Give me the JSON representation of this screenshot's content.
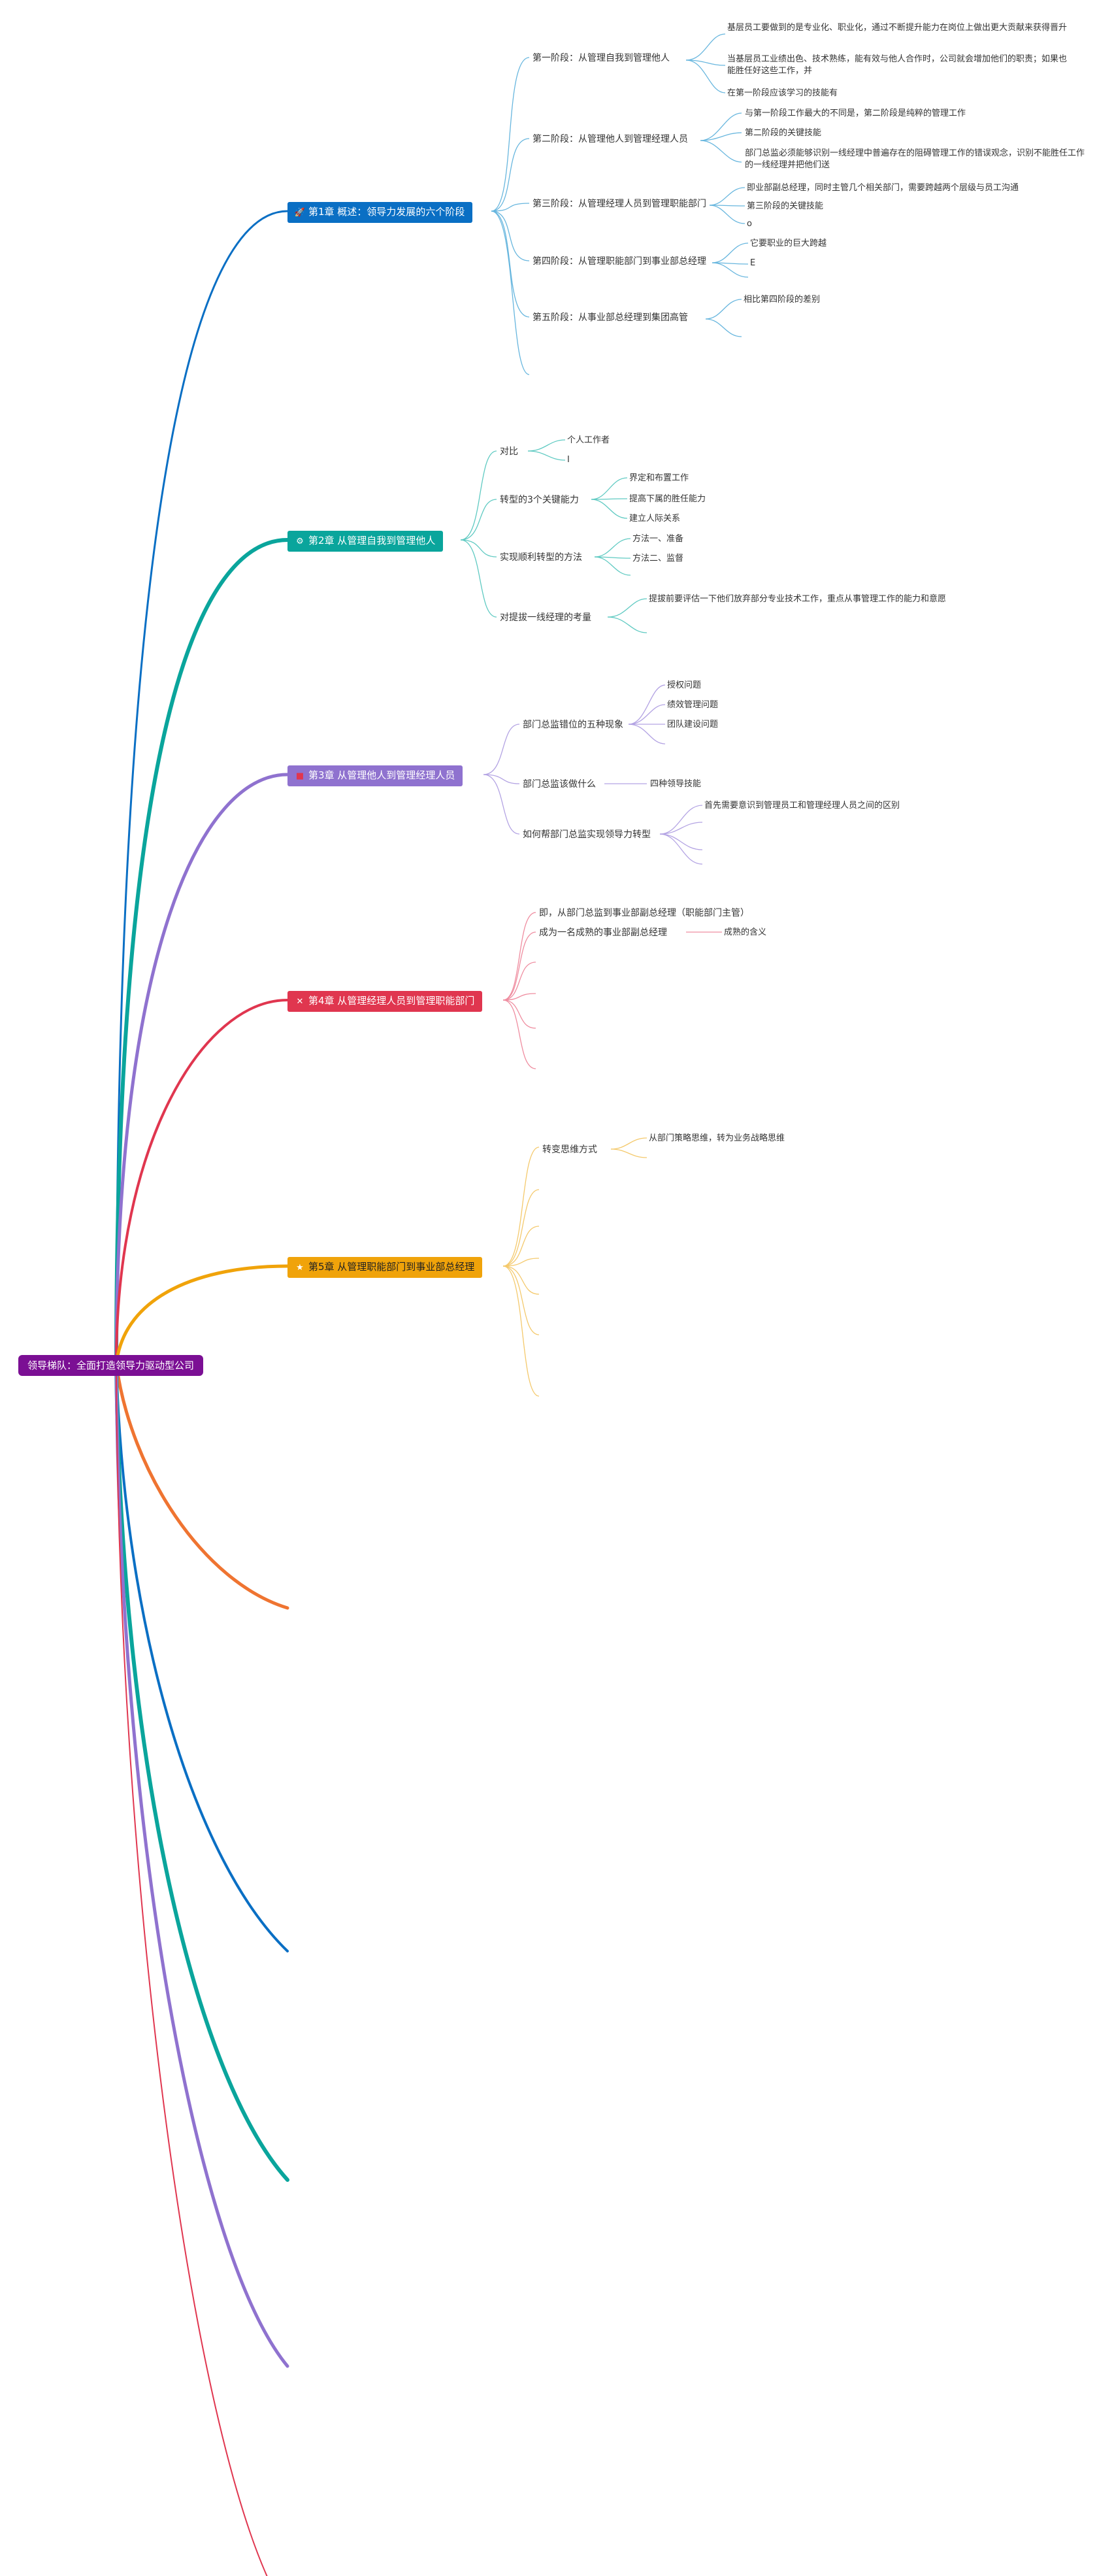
{
  "root": "领导梯队：全面打造领导力驱动型公司",
  "ch1": {
    "title": "第1章 概述：领导力发展的六个阶段",
    "color": "#0a6fc4",
    "icon": "rocket",
    "b1": {
      "label": "第一阶段：从管理自我到管理他人",
      "l1": "基层员工要做到的是专业化、职业化，通过不断提升能力在岗位上做出更大贡献来获得晋升",
      "l2": "当基层员工业绩出色、技术熟练，能有效与他人合作时，公司就会增加他们的职责；如果也能胜任好这些工作，并",
      "l3": "在第一阶段应该学习的技能有"
    },
    "b2": {
      "label": "第二阶段：从管理他人到管理经理人员",
      "l1": "与第一阶段工作最大的不同是，第二阶段是纯粹的管理工作",
      "l2": "第二阶段的关键技能",
      "l3": "部门总监必须能够识别一线经理中普遍存在的阻碍管理工作的错误观念，识别不能胜任工作的一线经理并把他们送"
    },
    "b3": {
      "label": "第三阶段：从管理经理人员到管理职能部门",
      "l1": "即业部副总经理，同时主管几个相关部门，需要跨越两个层级与员工沟通",
      "l2": "第三阶段的关键技能",
      "l3": "o"
    },
    "b4": {
      "label": "第四阶段：从管理职能部门到事业部总经理",
      "l1": "它要职业的巨大跨越",
      "l2": "E"
    },
    "b5": {
      "label": "第五阶段：从事业部总经理到集团高管",
      "l1": "相比第四阶段的差别"
    }
  },
  "ch2": {
    "title": "第2章 从管理自我到管理他人",
    "color": "#0aa59c",
    "icon": "gear",
    "b1": {
      "label": "对比",
      "l1": "个人工作者",
      "l2": "I"
    },
    "b2": {
      "label": "转型的3个关键能力",
      "l1": "界定和布置工作",
      "l2": "提高下属的胜任能力",
      "l3": "建立人际关系"
    },
    "b3": {
      "label": "实现顺利转型的方法",
      "l1": "方法一、准备",
      "l2": "方法二、监督"
    },
    "b4": {
      "label": "对提拔一线经理的考量",
      "l1": "提拔前要评估一下他们放弃部分专业技术工作，重点从事管理工作的能力和意愿"
    }
  },
  "ch3": {
    "title": "第3章 从管理他人到管理经理人员",
    "color": "#8f72cf",
    "icon": "flag",
    "b1": {
      "label": "部门总监错位的五种现象",
      "l1": "授权问题",
      "l2": "绩效管理问题",
      "l3": "团队建设问题"
    },
    "b2": {
      "label": "部门总监该做什么",
      "l1": "四种领导技能"
    },
    "b3": {
      "label": "如何帮部门总监实现领导力转型",
      "l1": "首先需要意识到管理员工和管理经理人员之间的区别"
    }
  },
  "ch4": {
    "title": "第4章 从管理经理人员到管理职能部门",
    "color": "#e0364f",
    "icon": "flag-x",
    "b1": {
      "label": "即，从部门总监到事业部副总经理（职能部门主管）"
    },
    "b2": {
      "label": "成为一名成熟的事业部副总经理",
      "l1": "成熟的含义"
    }
  },
  "ch5": {
    "title": "第5章 从管理职能部门到事业部总经理",
    "color": "#f0a30a",
    "icon": "star",
    "b1": {
      "label": "转变思维方式",
      "l1": "从部门策略思维，转为业务战略思维"
    }
  },
  "colors": {
    "ch6": "#ef7431",
    "ch7": "#0a6fc4",
    "ch8": "#0aa59c",
    "ch9": "#8f72cf",
    "ch10": "#e0364f"
  }
}
